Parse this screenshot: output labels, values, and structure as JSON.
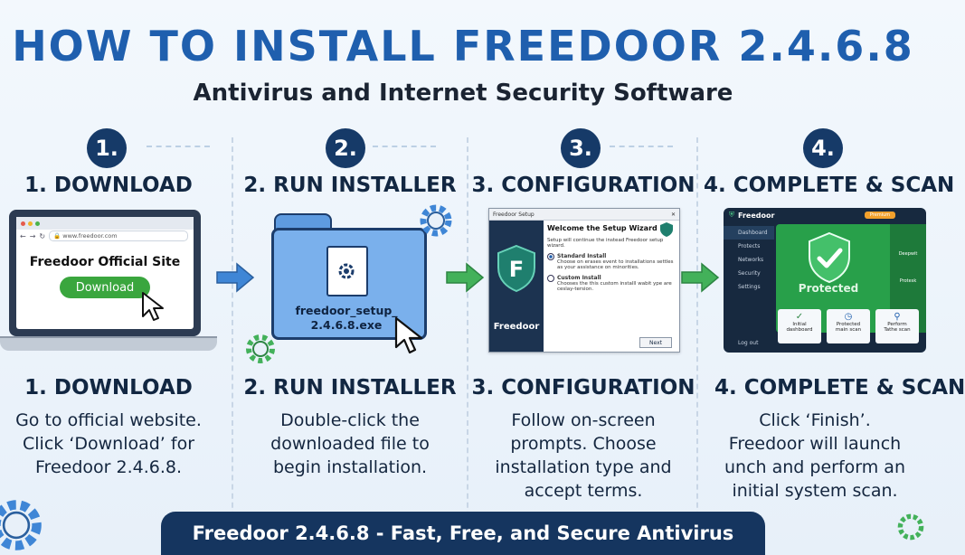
{
  "header": {
    "title": "HOW TO INSTALL FREEDOOR 2.4.6.8",
    "subtitle": "Antivirus and Internet Security Software"
  },
  "steps": [
    {
      "number": "1.",
      "title": "1. DOWNLOAD",
      "title_lower": "1. DOWNLOAD",
      "description": [
        "Go to official website.",
        "Click ‘Download’ for",
        "Freedoor 2.4.6.8."
      ]
    },
    {
      "number": "2.",
      "title": "2. RUN INSTALLER",
      "title_lower": "2. RUN INSTALLER",
      "description": [
        "Double-click the",
        "downloaded file to",
        "begin installation."
      ]
    },
    {
      "number": "3.",
      "title": "3. CONFIGURATION",
      "title_lower": "3. CONFIGURATION",
      "description": [
        "Follow on-screen",
        "prompts. Choose",
        "installation type and",
        "accept terms."
      ]
    },
    {
      "number": "4.",
      "title": "4. COMPLETE & SCAN",
      "title_lower": "4. COMPLETE & SCAN",
      "description": [
        "Click ‘Finish’.",
        "Freedoor will launch",
        "unch and perform an",
        "initial system scan."
      ]
    }
  ],
  "browser": {
    "url": "www.freedoor.com",
    "site_title": "Freedoor Official Site",
    "button": "Download"
  },
  "installer_file": {
    "name_line1": "freedoor_setup_",
    "name_line2": "2.4.6.8.exe"
  },
  "setup_wizard": {
    "window_title": "Freedoor Setup",
    "heading": "Welcome the Setup Wizard",
    "intro": "Setup will continue the instead Freedoor setup wizard.",
    "option1": "Standard Install",
    "option1_desc": "Choose on erases event to installations settles as your assistance on minorities.",
    "option2": "Custom Install",
    "option2_desc": "Chooses the this custom installl wabit ype are ceslay-tersion.",
    "brand": "Freedoor",
    "next": "Next"
  },
  "dashboard": {
    "brand": "Freedoor",
    "badge": "Premium",
    "menu": [
      "Dashboard",
      "Protects",
      "Networks",
      "Security",
      "Settings"
    ],
    "logout": "Log out",
    "status": "Protected",
    "right_items": [
      "Deepwit",
      "Protesk"
    ],
    "tiles": [
      {
        "line1": "Initial",
        "line2": "dashboard"
      },
      {
        "line1": "Protected",
        "line2": "main scan"
      },
      {
        "line1": "Perform",
        "line2": "Tathe scan"
      }
    ]
  },
  "footer": {
    "text": "Freedoor 2.4.6.8 - Fast, Free, and Secure Antivirus"
  },
  "colors": {
    "title": "#1f5fae",
    "navy": "#163a68",
    "green": "#3aa63e",
    "arrow_blue": "#3f86d6",
    "arrow_green": "#43b15a"
  }
}
